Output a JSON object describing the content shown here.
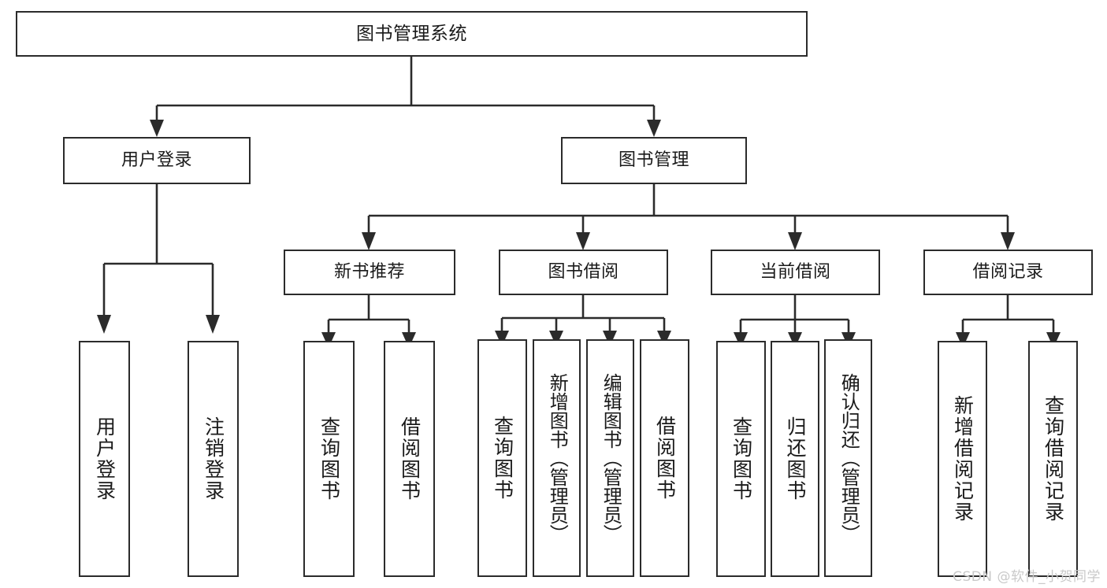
{
  "diagram": {
    "title": "图书管理系统",
    "type": "hierarchy-tree",
    "line_color": "#2b2b2b",
    "box_fill": "#ffffff",
    "text_color": "#1a1a1a",
    "levels": 4
  },
  "root": {
    "label": "图书管理系统"
  },
  "level2": [
    {
      "label": "用户登录"
    },
    {
      "label": "图书管理"
    }
  ],
  "level3": [
    {
      "label": "新书推荐"
    },
    {
      "label": "图书借阅"
    },
    {
      "label": "当前借阅"
    },
    {
      "label": "借阅记录"
    }
  ],
  "leaves": {
    "user_login": [
      {
        "label": "用户登录"
      },
      {
        "label": "注销登录"
      }
    ],
    "new_book": [
      {
        "label": "查询图书"
      },
      {
        "label": "借阅图书"
      }
    ],
    "book_borrow": [
      {
        "label": "查询图书"
      },
      {
        "label": "新增图书（管理员）"
      },
      {
        "label": "编辑图书（管理员）"
      },
      {
        "label": "借阅图书"
      }
    ],
    "current_borrow": [
      {
        "label": "查询图书"
      },
      {
        "label": "归还图书"
      },
      {
        "label": "确认归还（管理员）"
      }
    ],
    "borrow_record": [
      {
        "label": "新增借阅记录"
      },
      {
        "label": "查询借阅记录"
      }
    ]
  },
  "watermark": {
    "text": "CSDN @软件_小贺同学"
  }
}
